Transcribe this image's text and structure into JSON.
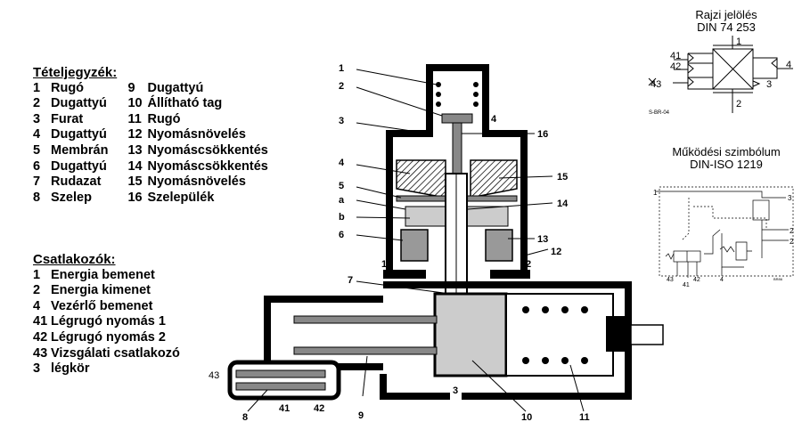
{
  "parts": {
    "heading": "Tételjegyzék:",
    "col1": [
      {
        "num": "1",
        "label": "Rugó"
      },
      {
        "num": "2",
        "label": "Dugattyú"
      },
      {
        "num": "3",
        "label": "Furat"
      },
      {
        "num": "4",
        "label": "Dugattyú"
      },
      {
        "num": "5",
        "label": "Membrán"
      },
      {
        "num": "6",
        "label": "Dugattyú"
      },
      {
        "num": "7",
        "label": "Rudazat"
      },
      {
        "num": "8",
        "label": "Szelep"
      }
    ],
    "col2": [
      {
        "num": "9",
        "label": "Dugattyú"
      },
      {
        "num": "10",
        "label": "Állítható tag"
      },
      {
        "num": "11",
        "label": "Rugó"
      },
      {
        "num": "12",
        "label": "Nyomásnövelés"
      },
      {
        "num": "13",
        "label": "Nyomáscsökkentés"
      },
      {
        "num": "14",
        "label": "Nyomáscsökkentés"
      },
      {
        "num": "15",
        "label": "Nyomásnövelés"
      },
      {
        "num": "16",
        "label": "Szelepülék"
      }
    ]
  },
  "ports": {
    "heading": "Csatlakozók:",
    "items": [
      {
        "num": "1",
        "label": "Energia bemenet"
      },
      {
        "num": "2",
        "label": "Energia kimenet"
      },
      {
        "num": "4",
        "label": "Vezérlő bemenet"
      },
      {
        "num": "41",
        "label": "Légrugó nyomás 1"
      },
      {
        "num": "42",
        "label": "Légrugó nyomás 2"
      },
      {
        "num": "43",
        "label": "Vizsgálati csatlakozó"
      },
      {
        "num": "3",
        "label": "légkör"
      }
    ]
  },
  "drawing_symbol": {
    "title1": "Rajzi jelölés",
    "title2": "DIN 74 253",
    "ports": [
      "1",
      "41",
      "42",
      "43",
      "4",
      "3",
      "2"
    ],
    "code": "S-BR-04"
  },
  "function_symbol": {
    "title1": "Működési szimbólum",
    "title2": "DIN-ISO 1219",
    "ports": [
      "1",
      "3",
      "2",
      "2",
      "43",
      "41",
      "42",
      "4"
    ],
    "code": "BR86"
  },
  "callouts": {
    "c1": "1",
    "c2": "2",
    "c3": "3",
    "c4": "4",
    "c4b": "4",
    "c5": "5",
    "ca": "a",
    "cb": "b",
    "c6": "6",
    "p1": "1",
    "p2": "2",
    "c7": "7",
    "c16": "16",
    "c15": "15",
    "c14": "14",
    "c13": "13",
    "c12": "12",
    "c43": "43",
    "c8": "8",
    "c41": "41",
    "c42": "42",
    "c9": "9",
    "c3b": "3",
    "c10": "10",
    "c11": "11"
  }
}
